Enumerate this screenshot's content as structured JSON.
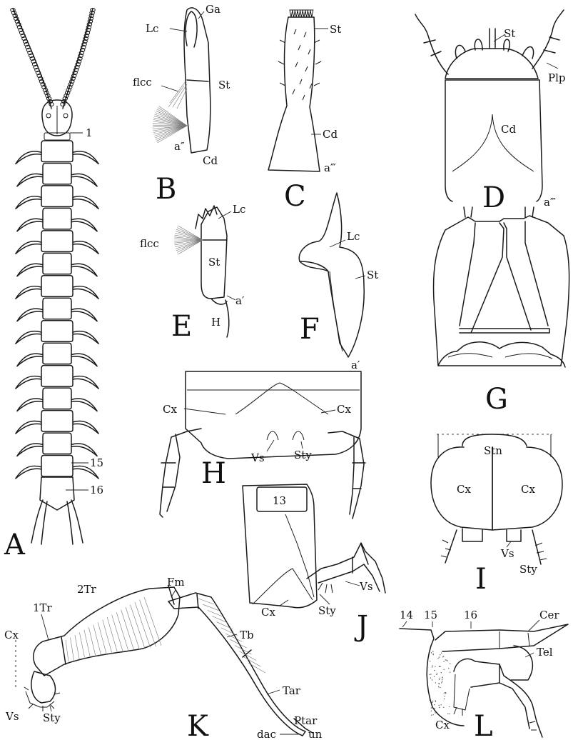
{
  "figures": {
    "A": {
      "letter": "A",
      "labels": {
        "n1": "1",
        "n15": "15",
        "n16": "16"
      }
    },
    "B": {
      "letter": "B",
      "labels": {
        "lc": "Lc",
        "ga": "Ga",
        "flcc": "flcc",
        "st": "St",
        "a2": "a″",
        "cd": "Cd"
      }
    },
    "C": {
      "letter": "C",
      "labels": {
        "st": "St",
        "cd": "Cd",
        "a3": "a‴"
      }
    },
    "D": {
      "letter": "D",
      "labels": {
        "st": "St",
        "plp": "Plp",
        "cd": "Cd",
        "a3": "a‴"
      }
    },
    "E": {
      "letter": "E",
      "labels": {
        "lc": "Lc",
        "flcc": "flcc",
        "st": "St",
        "a1": "a′",
        "h": "H"
      }
    },
    "F": {
      "letter": "F",
      "labels": {
        "lc": "Lc",
        "st": "St",
        "a1": "a′"
      }
    },
    "G": {
      "letter": "G",
      "labels": {}
    },
    "H": {
      "letter": "H",
      "labels": {
        "cx_left": "Cx",
        "cx_right": "Cx",
        "vs": "Vs",
        "sty": "Sty"
      }
    },
    "I": {
      "letter": "I",
      "labels": {
        "stn": "Stn",
        "cx_left": "Cx",
        "cx_right": "Cx",
        "vs": "Vs",
        "sty": "Sty"
      }
    },
    "J": {
      "letter": "J",
      "labels": {
        "n13": "13",
        "vs": "Vs",
        "cx": "Cx",
        "sty": "Sty"
      }
    },
    "K": {
      "letter": "K",
      "labels": {
        "tr2": "2Tr",
        "fm": "Fm",
        "tr1": "1Tr",
        "cx": "Cx",
        "tb": "Tb",
        "tar": "Tar",
        "ptar": "Ptar",
        "vs": "Vs",
        "sty": "Sty",
        "dac": "dac",
        "un": "un"
      }
    },
    "L": {
      "letter": "L",
      "labels": {
        "n14": "14",
        "n15": "15",
        "n16": "16",
        "cer": "Cer",
        "tel": "Tel",
        "cx": "Cx"
      }
    }
  }
}
